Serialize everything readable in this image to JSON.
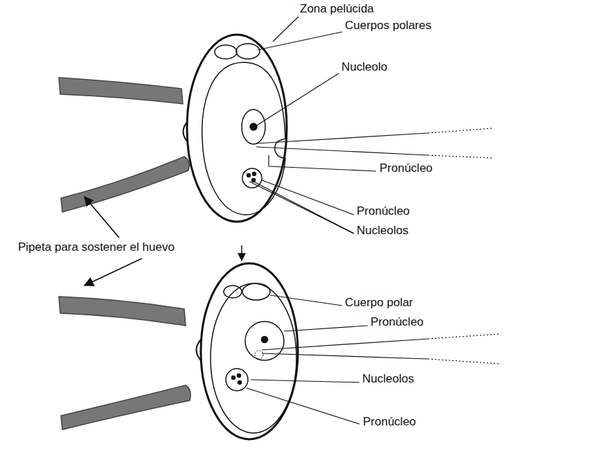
{
  "diagram": {
    "labels": [
      "Zona pelúcida",
      "Cuerpos polares",
      "Nucleolo",
      "Pronúcleo",
      "Pronúcleo",
      "Nucleolos",
      "Pipeta para sostener el huevo",
      "Cuerpo polar",
      "Pronúcleo",
      "Nucleolos",
      "Pronúcleo"
    ]
  }
}
